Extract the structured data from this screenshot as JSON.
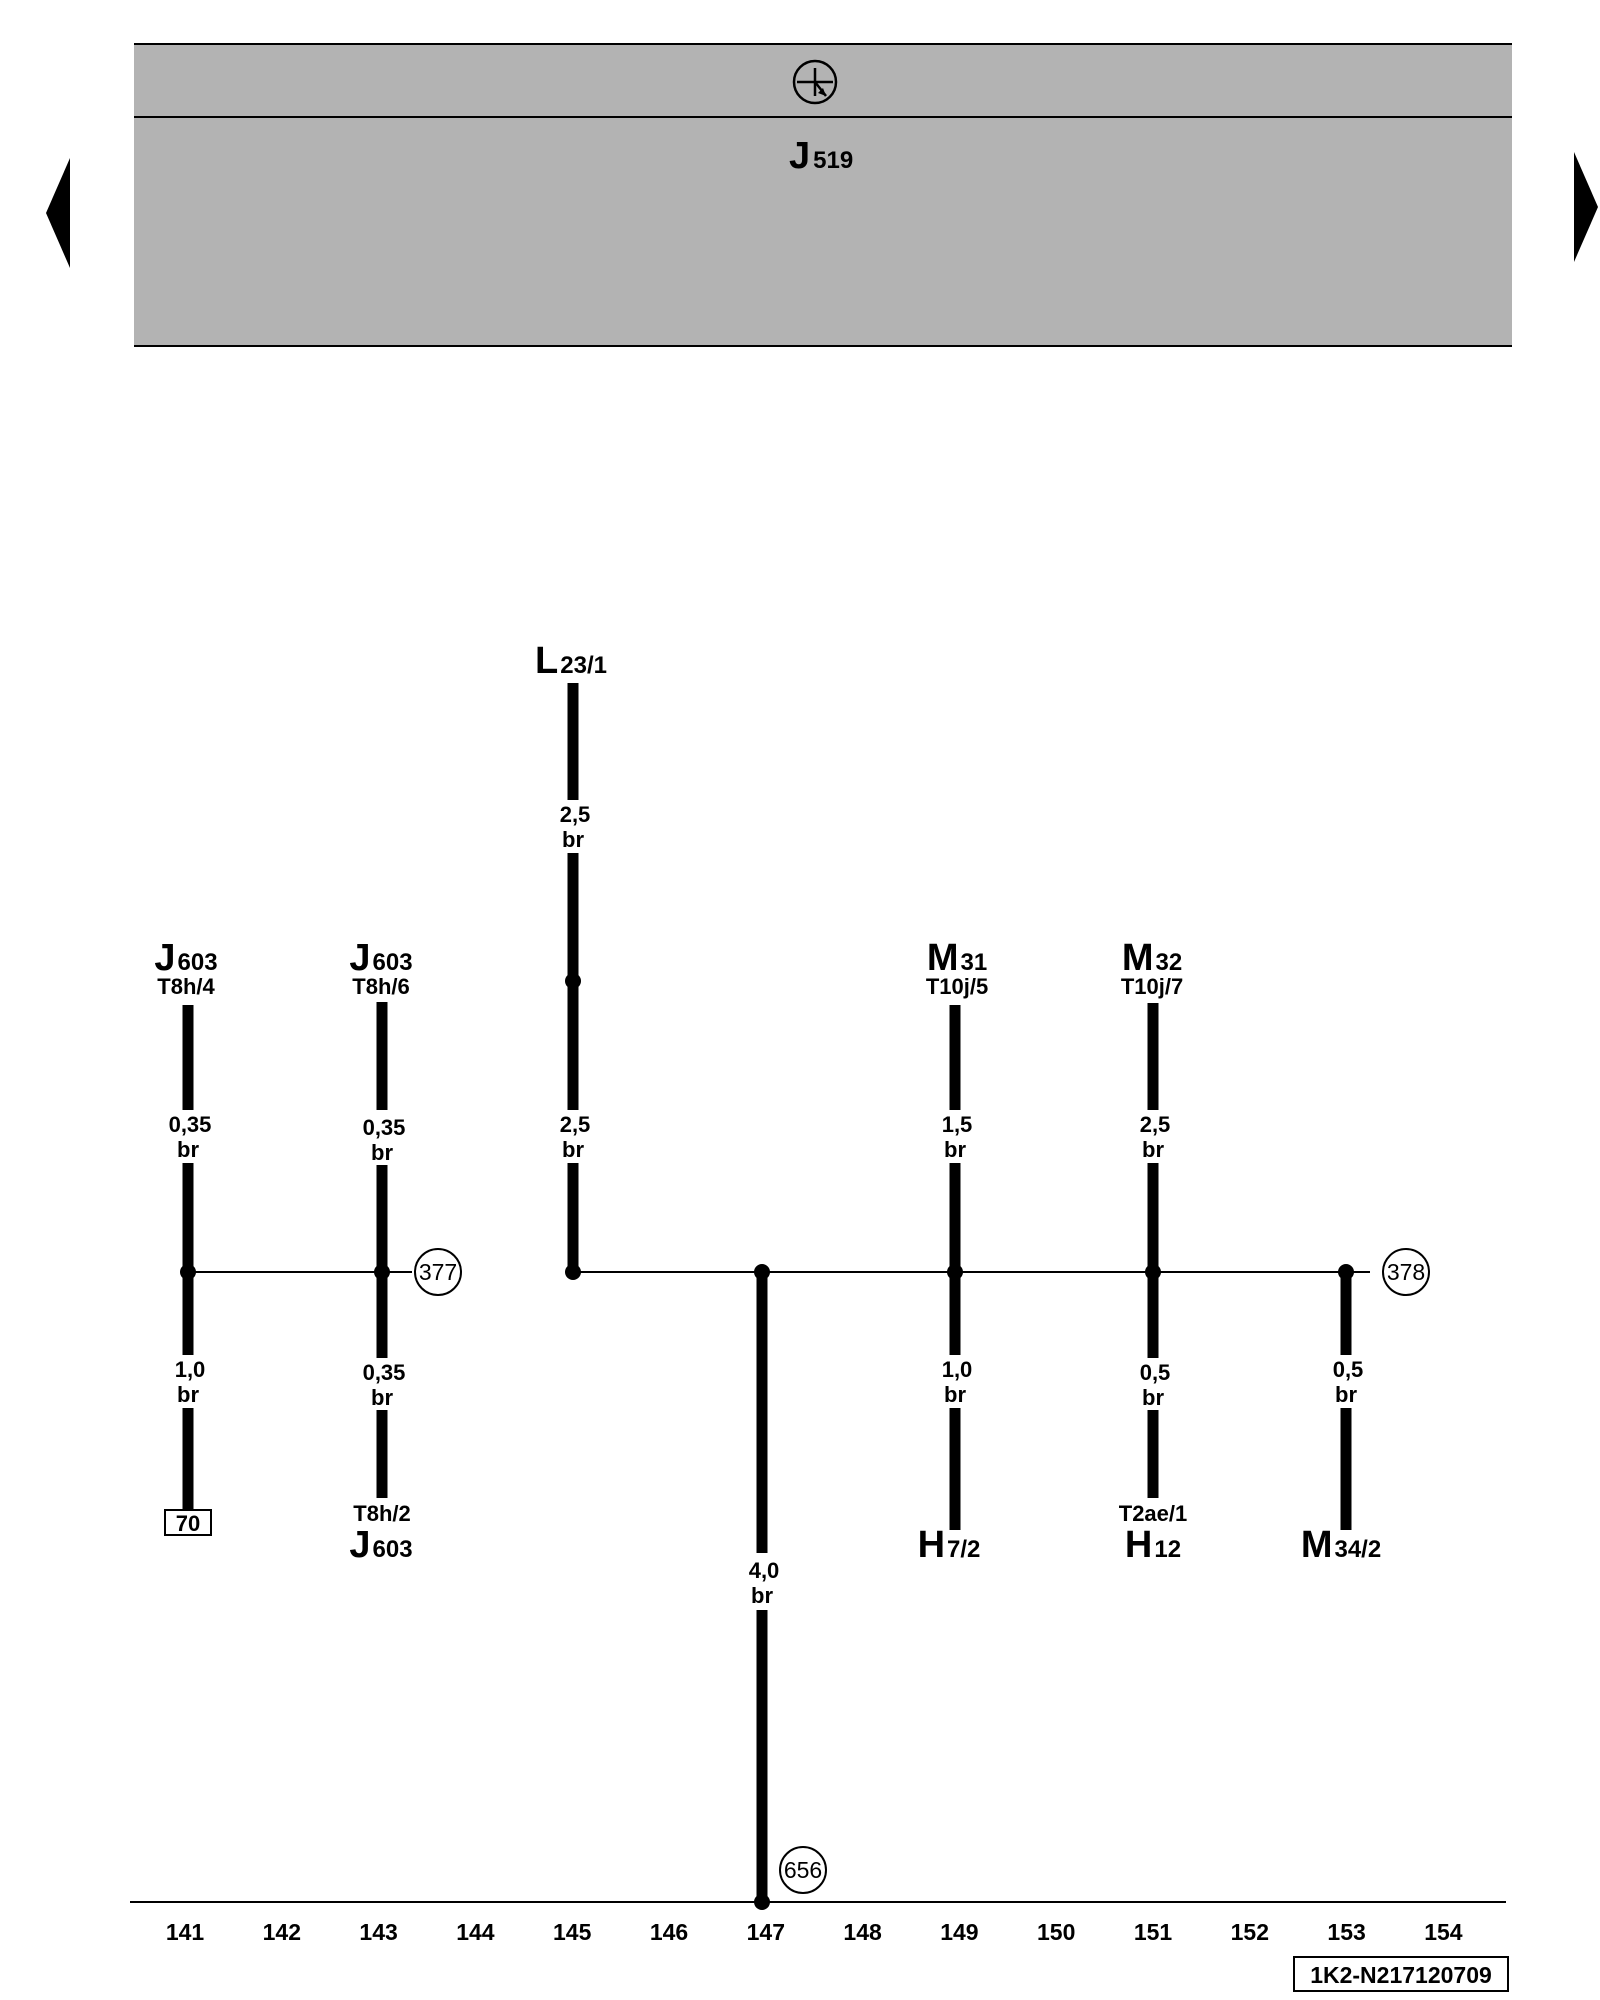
{
  "header": {
    "module": "J",
    "module_sub": "519",
    "symbol_icon": "ground-transistor-symbol-icon"
  },
  "nav": {
    "prev_icon": "triangle-left-icon",
    "next_icon": "triangle-right-icon"
  },
  "top_labels": {
    "L23": {
      "main": "L",
      "sub": "23/1"
    },
    "J603a": {
      "main": "J",
      "sub": "603",
      "pin": "T8h/4"
    },
    "J603b": {
      "main": "J",
      "sub": "603",
      "pin": "T8h/6"
    },
    "M31": {
      "main": "M",
      "sub": "31",
      "pin": "T10j/5"
    },
    "M32": {
      "main": "M",
      "sub": "32",
      "pin": "T10j/7"
    }
  },
  "bottom_labels": {
    "box70": "70",
    "J603c": {
      "main": "J",
      "sub": "603",
      "pin": "T8h/2"
    },
    "H7": {
      "main": "H",
      "sub": "7/2"
    },
    "H12": {
      "main": "H",
      "sub": "12",
      "pin": "T2ae/1"
    },
    "M34": {
      "main": "M",
      "sub": "34/2"
    }
  },
  "wires": {
    "w1_top": {
      "size": "0,35",
      "color": "br"
    },
    "w1_bot": {
      "size": "1,0",
      "color": "br"
    },
    "w2_top": {
      "size": "0,35",
      "color": "br"
    },
    "w2_bot": {
      "size": "0,35",
      "color": "br"
    },
    "w3_upper": {
      "size": "2,5",
      "color": "br"
    },
    "w3_lower": {
      "size": "2,5",
      "color": "br"
    },
    "w4": {
      "size": "4,0",
      "color": "br"
    },
    "w5_top": {
      "size": "1,5",
      "color": "br"
    },
    "w5_bot": {
      "size": "1,0",
      "color": "br"
    },
    "w6_top": {
      "size": "2,5",
      "color": "br"
    },
    "w6_bot": {
      "size": "0,5",
      "color": "br"
    },
    "w7": {
      "size": "0,5",
      "color": "br"
    }
  },
  "connectors": {
    "c377": "377",
    "c378": "378",
    "c656": "656"
  },
  "columns": [
    "141",
    "142",
    "143",
    "144",
    "145",
    "146",
    "147",
    "148",
    "149",
    "150",
    "151",
    "152",
    "153",
    "154"
  ],
  "reference": "1K2-N217120709"
}
